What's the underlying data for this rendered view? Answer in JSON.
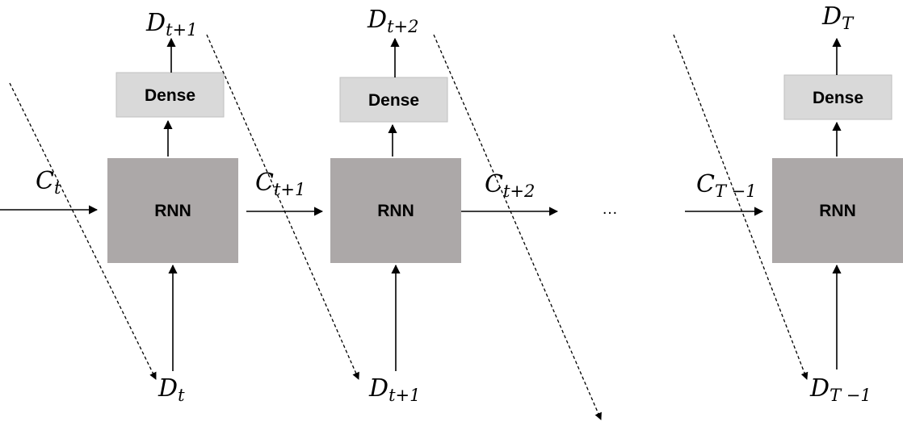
{
  "cells": [
    {
      "rnn_label": "RNN",
      "dense_label": "Dense",
      "output": {
        "base": "D",
        "sub": "t+1"
      },
      "input": {
        "base": "D",
        "sub": "t"
      },
      "state_in": {
        "base": "C",
        "sub": "t"
      }
    },
    {
      "rnn_label": "RNN",
      "dense_label": "Dense",
      "output": {
        "base": "D",
        "sub": "t+2"
      },
      "input": {
        "base": "D",
        "sub": "t+1"
      },
      "state_in": {
        "base": "C",
        "sub": "t+1"
      }
    },
    {
      "rnn_label": "RNN",
      "dense_label": "Dense",
      "output": {
        "base": "D",
        "sub": "T"
      },
      "input": {
        "base": "D",
        "sub": "T −1"
      },
      "state_in": {
        "base": "C",
        "sub": "T −1"
      }
    }
  ],
  "state_out": {
    "base": "C",
    "sub": "t+2"
  },
  "ellipsis": "…",
  "colors": {
    "rnn_fill": "#aca8a8",
    "dense_fill": "#d9d9d9",
    "dense_border": "#bfbfbf",
    "line": "#000000"
  }
}
